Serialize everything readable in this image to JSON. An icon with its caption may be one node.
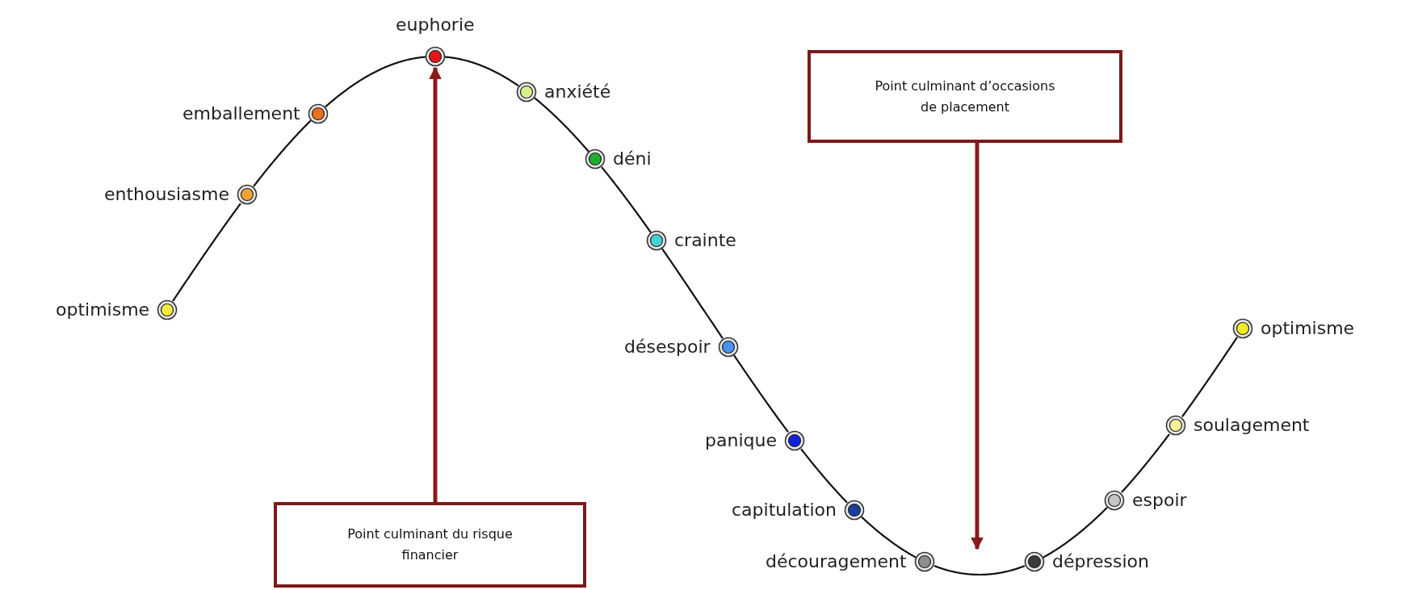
{
  "diagram": {
    "nodes": [
      {
        "text": [],
        "shape": "circle",
        "beside": [
          "optimisme"
        ]
      },
      {
        "text": [],
        "shape": "circle",
        "beside": [
          "enthousiasme"
        ]
      },
      {
        "text": [],
        "shape": "circle",
        "beside": [
          "emballement"
        ]
      },
      {
        "text": [],
        "shape": "circle",
        "beside": [
          "euphorie"
        ]
      },
      {
        "text": [],
        "shape": "circle",
        "beside": [
          "anxiété"
        ]
      },
      {
        "text": [],
        "shape": "circle",
        "beside": [
          "déni"
        ]
      },
      {
        "text": [],
        "shape": "circle",
        "beside": [
          "crainte"
        ]
      },
      {
        "text": [],
        "shape": "circle",
        "beside": [
          "désespoir"
        ]
      },
      {
        "text": [],
        "shape": "circle",
        "beside": [
          "panique"
        ]
      },
      {
        "text": [],
        "shape": "circle",
        "beside": [
          "capitulation"
        ]
      },
      {
        "text": [],
        "shape": "circle",
        "beside": [
          "découragement"
        ]
      },
      {
        "text": [],
        "shape": "circle",
        "beside": [
          "dépression"
        ]
      },
      {
        "text": [],
        "shape": "circle",
        "beside": [
          "espoir"
        ]
      },
      {
        "text": [],
        "shape": "circle",
        "beside": [
          "soulagement"
        ]
      },
      {
        "text": [],
        "shape": "circle",
        "beside": [
          "optimisme"
        ]
      },
      {
        "text": [
          "Point culminant du risque financier"
        ]
      },
      {
        "text": [
          "Point culminant d’occasions de placement"
        ]
      }
    ],
    "edges": [
      {
        "from": 0,
        "to": 1,
        "arrow": "none"
      },
      {
        "from": 1,
        "to": 2,
        "arrow": "none"
      },
      {
        "from": 2,
        "to": 3,
        "arrow": "none"
      },
      {
        "from": 3,
        "to": 4,
        "arrow": "none"
      },
      {
        "from": 4,
        "to": 5,
        "arrow": "none"
      },
      {
        "from": 5,
        "to": 6,
        "arrow": "none"
      },
      {
        "from": 6,
        "to": 7,
        "arrow": "none"
      },
      {
        "from": 7,
        "to": 8,
        "arrow": "none"
      },
      {
        "from": 8,
        "to": 9,
        "arrow": "none"
      },
      {
        "from": 9,
        "to": 10,
        "arrow": "none"
      },
      {
        "from": 10,
        "to": 11,
        "arrow": "none"
      },
      {
        "from": 11,
        "to": 12,
        "arrow": "none"
      },
      {
        "from": 12,
        "to": 13,
        "arrow": "none"
      },
      {
        "from": 13,
        "to": 14,
        "arrow": "none"
      },
      {
        "from": 15,
        "to": 3,
        "arrow": "to",
        "style": "thick",
        "color": "#8b1a1a"
      },
      {
        "from": 16,
        "to": null,
        "arrow": "to",
        "style": "thick",
        "color": "#8b1a1a"
      }
    ]
  }
}
